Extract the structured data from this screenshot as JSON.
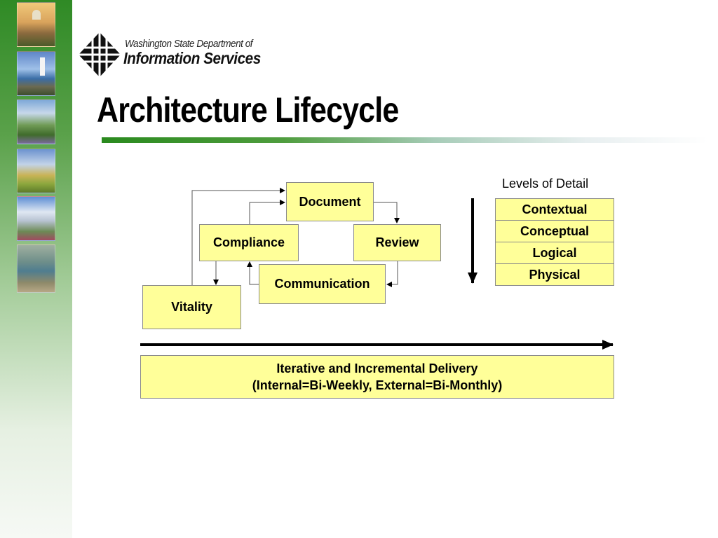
{
  "header": {
    "org_line_1": "Washington State Department of",
    "org_line_2": "Information Services",
    "title": "Architecture Lifecycle"
  },
  "cycle": {
    "document": "Document",
    "review": "Review",
    "compliance": "Compliance",
    "communication": "Communication",
    "vitality": "Vitality"
  },
  "levels": {
    "title": "Levels of Detail",
    "items": [
      "Contextual",
      "Conceptual",
      "Logical",
      "Physical"
    ]
  },
  "delivery": {
    "line_1": "Iterative and Incremental Delivery",
    "line_2": "(Internal=Bi-Weekly, External=Bi-Monthly)"
  },
  "colors": {
    "box_fill": "#ffff99",
    "accent_green": "#2a8a1e"
  }
}
